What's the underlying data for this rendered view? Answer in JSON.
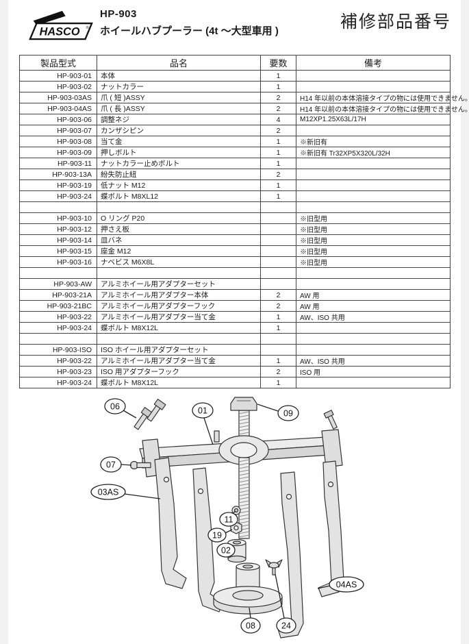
{
  "header": {
    "logo_text": "HASCO",
    "logo_reg": "®",
    "model": "HP-903",
    "subtitle": "ホイールハブプーラー (4t ～大型車用 )",
    "right_title": "補修部品番号"
  },
  "table": {
    "columns": [
      "製品型式",
      "品名",
      "要数",
      "備考"
    ],
    "rows": [
      {
        "model": "HP-903-01",
        "name": "本体",
        "qty": "1",
        "note": ""
      },
      {
        "model": "HP-903-02",
        "name": "ナットカラー",
        "qty": "1",
        "note": ""
      },
      {
        "model": "HP-903-03AS",
        "name": "爪 ( 短 )ASSY",
        "qty": "2",
        "note": "H14 年以前の本体溶接タイプの物には使用できません。"
      },
      {
        "model": "HP-903-04AS",
        "name": "爪 ( 長 )ASSY",
        "qty": "2",
        "note": "H14 年以前の本体溶接タイプの物には使用できません。"
      },
      {
        "model": "HP-903-06",
        "name": "調整ネジ",
        "qty": "4",
        "note": "M12XP1.25X63L/17H"
      },
      {
        "model": "HP-903-07",
        "name": "カンザシピン",
        "qty": "2",
        "note": ""
      },
      {
        "model": "HP-903-08",
        "name": "当て金",
        "qty": "1",
        "note": "※新旧有"
      },
      {
        "model": "HP-903-09",
        "name": "押しボルト",
        "qty": "1",
        "note": "※新旧有 Tr32XP5X320L/32H"
      },
      {
        "model": "HP-903-11",
        "name": "ナットカラー止めボルト",
        "qty": "1",
        "note": ""
      },
      {
        "model": "HP-903-13A",
        "name": "紛失防止紐",
        "qty": "2",
        "note": ""
      },
      {
        "model": "HP-903-19",
        "name": "低ナット M12",
        "qty": "1",
        "note": ""
      },
      {
        "model": "HP-903-24",
        "name": "蝶ボルト M8XL12",
        "qty": "1",
        "note": ""
      },
      {
        "model": "",
        "name": "",
        "qty": "",
        "note": ""
      },
      {
        "model": "HP-903-10",
        "name": "O リング P20",
        "qty": "",
        "note": "※旧型用"
      },
      {
        "model": "HP-903-12",
        "name": "押さえ板",
        "qty": "",
        "note": "※旧型用"
      },
      {
        "model": "HP-903-14",
        "name": "皿バネ",
        "qty": "",
        "note": "※旧型用"
      },
      {
        "model": "HP-903-15",
        "name": "座金 M12",
        "qty": "",
        "note": "※旧型用"
      },
      {
        "model": "HP-903-16",
        "name": "ナベビス M6X8L",
        "qty": "",
        "note": "※旧型用"
      },
      {
        "model": "",
        "name": "",
        "qty": "",
        "note": ""
      },
      {
        "model": "HP-903-AW",
        "name": "アルミホイール用アダプターセット",
        "qty": "",
        "note": ""
      },
      {
        "model": "HP-903-21A",
        "name": "アルミホイール用アダプター本体",
        "qty": "2",
        "note": "AW 用"
      },
      {
        "model": "HP-903-21BC",
        "name": "アルミホイール用アダプターフック",
        "qty": "2",
        "note": "AW 用"
      },
      {
        "model": "HP-903-22",
        "name": "アルミホイール用アダプター当て金",
        "qty": "1",
        "note": "AW、ISO 共用"
      },
      {
        "model": "HP-903-24",
        "name": "蝶ボルト M8X12L",
        "qty": "1",
        "note": ""
      },
      {
        "model": "",
        "name": "",
        "qty": "",
        "note": ""
      },
      {
        "model": "HP-903-ISO",
        "name": "ISO ホイール用アダプターセット",
        "qty": "",
        "note": ""
      },
      {
        "model": "HP-903-22",
        "name": "アルミホイール用アダプター当て金",
        "qty": "1",
        "note": "AW、ISO 共用"
      },
      {
        "model": "HP-903-23",
        "name": "ISO 用アダプターフック",
        "qty": "2",
        "note": "ISO 用"
      },
      {
        "model": "HP-903-24",
        "name": "蝶ボルト M8X12L",
        "qty": "1",
        "note": ""
      }
    ]
  },
  "diagram": {
    "callouts": [
      {
        "label": "06"
      },
      {
        "label": "01"
      },
      {
        "label": "09"
      },
      {
        "label": "07"
      },
      {
        "label": "03AS"
      },
      {
        "label": "11"
      },
      {
        "label": "19"
      },
      {
        "label": "02"
      },
      {
        "label": "08"
      },
      {
        "label": "24"
      },
      {
        "label": "04AS"
      }
    ]
  }
}
